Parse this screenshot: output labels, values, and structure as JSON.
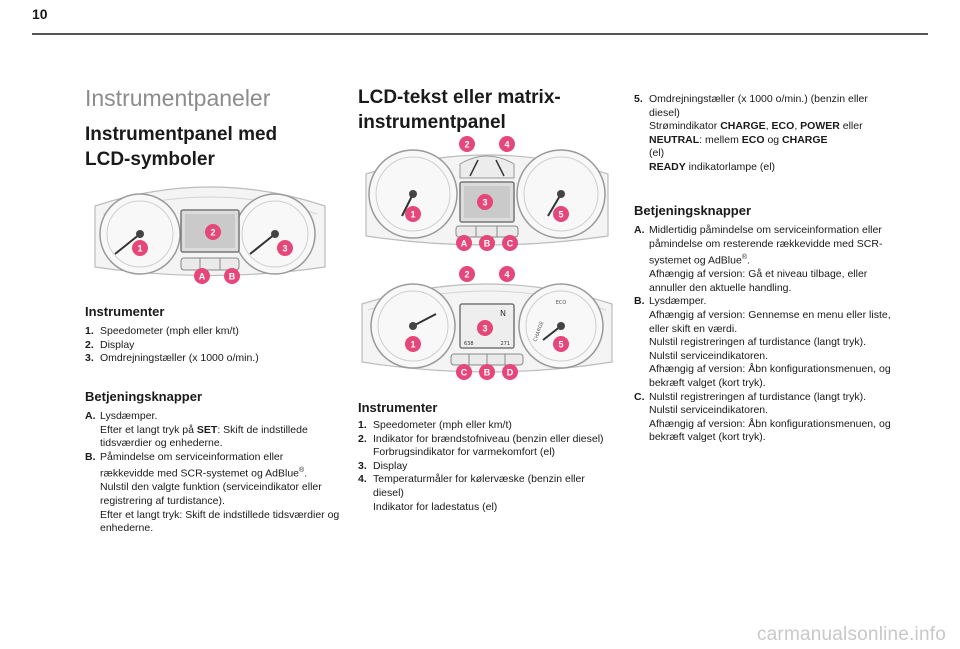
{
  "page": {
    "number": "10",
    "footer": "carmanualsonline.info"
  },
  "col1": {
    "section_title": "Instrumentpaneler",
    "title": "Instrumentpanel med LCD-symboler",
    "instr_heading": "Instrumenter",
    "instr": [
      {
        "k": "1.",
        "t": "Speedometer (mph eller km/t)"
      },
      {
        "k": "2.",
        "t": "Display"
      },
      {
        "k": "3.",
        "t": "Omdrejningstæller (x 1000 o/min.)"
      }
    ],
    "btn_heading": "Betjeningsknapper",
    "a_key": "A.",
    "a_1": "Lysdæmper.",
    "a_2": "Efter et langt tryk på ",
    "a_2b": "SET",
    "a_3": ": Skift de indstillede tidsværdier og enhederne.",
    "b_key": "B.",
    "b_1": "Påmindelse om serviceinformation eller rækkevidde med SCR-systemet og AdBlue",
    "b_sup": "®",
    "b_1e": ".",
    "b_2": "Nulstil den valgte funktion (serviceindikator eller registrering af turdistance).",
    "b_3": "Efter et langt tryk: Skift de indstillede tidsværdier og enhederne."
  },
  "col2": {
    "title": "LCD-tekst eller matrix-instrumentpanel",
    "instr_heading": "Instrumenter",
    "i1k": "1.",
    "i1": "Speedometer (mph eller km/t)",
    "i2k": "2.",
    "i2": "Indikator for brændstofniveau (benzin eller diesel)",
    "i2b": "Forbrugsindikator for varmekomfort (el)",
    "i3k": "3.",
    "i3": "Display",
    "i4k": "4.",
    "i4": "Temperaturmåler for kølervæske (benzin eller diesel)",
    "i4b": "Indikator for ladestatus (el)",
    "screen_n": "N",
    "screen_l": "638",
    "screen_r": "271",
    "gauge_caption": "ECO",
    "gauge_charge": "CHARGE"
  },
  "col3": {
    "i5k": "5.",
    "i5a": "Omdrejningstæller (x 1000 o/min.) (benzin eller diesel)",
    "i5b": "Strømindikator ",
    "w_charge": "CHARGE",
    "w_sep1": ", ",
    "w_eco": "ECO",
    "w_sep2": ", ",
    "w_power": "POWER",
    "i5c": "eller ",
    "w_neutral": "NEUTRAL",
    "i5d": ": mellem ",
    "w_eco2": "ECO",
    "i5e": " og ",
    "w_charge2": "CHARGE",
    "i5f": "(el)",
    "w_ready": "READY",
    "i5g": " indikatorlampe (el)",
    "btn_heading": "Betjeningsknapper",
    "ak": "A.",
    "a1": "Midlertidig påmindelse om serviceinformation eller påmindelse om resterende rækkevidde med SCR-systemet og AdBlue",
    "a1sup": "®",
    "a1e": ".",
    "a2": "Afhængig af version: Gå et niveau tilbage, eller annuller den aktuelle handling.",
    "bk": "B.",
    "b1": "Lysdæmper.",
    "b2": "Afhængig af version: Gennemse en menu eller liste, eller skift en værdi.",
    "b3": "Nulstil registreringen af turdistance (langt tryk).",
    "b4": "Nulstil serviceindikatoren.",
    "b5": "Afhængig af version: Åbn konfigurationsmenuen, og bekræft valget (kort tryk).",
    "ck": "C.",
    "c1": "Nulstil registreringen af turdistance (langt tryk).",
    "c2": "Nulstil serviceindikatoren.",
    "c3": "Afhængig af version: Åbn konfigurationsmenuen, og bekræft valget (kort tryk)."
  },
  "labels": {
    "n1": "1",
    "n2": "2",
    "n3": "3",
    "n4": "4",
    "n5": "5",
    "la": "A",
    "lb": "B",
    "lc": "C",
    "ld": "D"
  },
  "colors": {
    "label_pink": "#e5477a",
    "rule": "#555555",
    "section_grey": "#8c8c8c"
  }
}
